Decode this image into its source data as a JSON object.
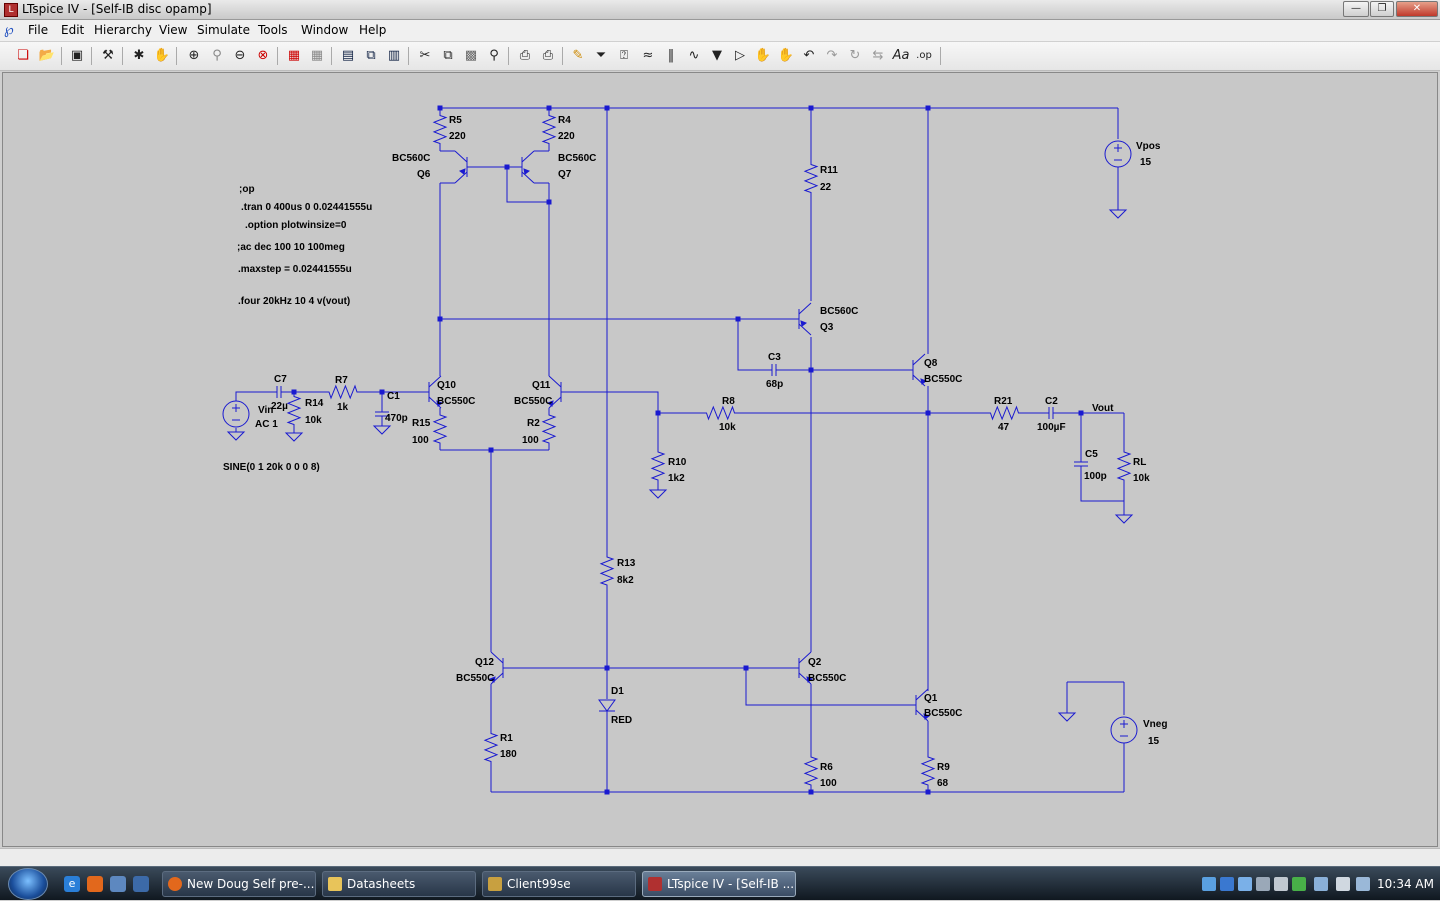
{
  "window": {
    "title": "LTspice IV - [Self-IB disc opamp]",
    "app_icon": "ltspice-icon",
    "controls": [
      "minimize",
      "restore",
      "close"
    ]
  },
  "menubar": {
    "items": [
      "File",
      "Edit",
      "Hierarchy",
      "View",
      "Simulate",
      "Tools",
      "Window",
      "Help"
    ],
    "mdi_controls": [
      "minimize",
      "restore",
      "close"
    ]
  },
  "toolbar": {
    "buttons": [
      "new-schematic",
      "open",
      "save",
      "control-panel",
      "run",
      "halt",
      "zoom-in",
      "zoom-pan",
      "zoom-out",
      "zoom-fit",
      "autorange",
      "grid",
      "tile-vertical",
      "cascade",
      "tile-horizontal",
      "cut",
      "copy",
      "paste",
      "find",
      "print-setup",
      "print",
      "draw-wire",
      "ground",
      "label-net",
      "resistor",
      "capacitor",
      "inductor",
      "diode",
      "component",
      "move",
      "drag",
      "undo",
      "redo",
      "rotate",
      "mirror",
      "text",
      "spice-directive"
    ]
  },
  "schematic": {
    "directives": [
      ";op",
      ".tran 0 400us 0 0.02441555u",
      ".option plotwinsize=0",
      ";ac dec 100 10 100meg",
      ".maxstep = 0.02441555u",
      ".four 20kHz 10 4 v(vout)"
    ],
    "source_spec": "SINE(0 1 20k 0 0 0 8)",
    "components": {
      "R5": {
        "name": "R5",
        "value": "220"
      },
      "R4": {
        "name": "R4",
        "value": "220"
      },
      "Q6": {
        "name": "Q6",
        "model": "BC560C"
      },
      "Q7": {
        "name": "Q7",
        "model": "BC560C"
      },
      "R11": {
        "name": "R11",
        "value": "22"
      },
      "Vpos": {
        "name": "Vpos",
        "value": "15"
      },
      "Q3": {
        "name": "Q3",
        "model": "BC560C"
      },
      "C3": {
        "name": "C3",
        "value": "68p"
      },
      "Q8": {
        "name": "Q8",
        "model": "BC550C"
      },
      "Q10": {
        "name": "Q10",
        "model": "BC550C"
      },
      "Q11": {
        "name": "Q11",
        "model": "BC550C"
      },
      "C7": {
        "name": "C7",
        "value": "22µ"
      },
      "R14": {
        "name": "R14",
        "value": "10k"
      },
      "R7": {
        "name": "R7",
        "value": "1k"
      },
      "C1": {
        "name": "C1",
        "value": "470p"
      },
      "Vin": {
        "name": "Vin",
        "value": "AC 1"
      },
      "R15": {
        "name": "R15",
        "value": "100"
      },
      "R2": {
        "name": "R2",
        "value": "100"
      },
      "R8": {
        "name": "R8",
        "value": "10k"
      },
      "R10": {
        "name": "R10",
        "value": "1k2"
      },
      "R21": {
        "name": "R21",
        "value": "47"
      },
      "C2": {
        "name": "C2",
        "value": "100µF"
      },
      "C5": {
        "name": "C5",
        "value": "100p"
      },
      "RL": {
        "name": "RL",
        "value": "10k"
      },
      "R13": {
        "name": "R13",
        "value": "8k2"
      },
      "Q12": {
        "name": "Q12",
        "model": "BC550C"
      },
      "Q2": {
        "name": "Q2",
        "model": "BC550C"
      },
      "D1": {
        "name": "D1",
        "value": "RED"
      },
      "Q1": {
        "name": "Q1",
        "model": "BC550C"
      },
      "Vneg": {
        "name": "Vneg",
        "value": "15"
      },
      "R1": {
        "name": "R1",
        "value": "180"
      },
      "R6": {
        "name": "R6",
        "value": "100"
      },
      "R9": {
        "name": "R9",
        "value": "68"
      }
    },
    "net_labels": {
      "vout": "Vout"
    },
    "colors": {
      "wire": "#1a1ad0",
      "background": "#c8c8c8",
      "text": "#000000"
    }
  },
  "taskbar": {
    "tasks": [
      {
        "label": "New Doug Self pre-...",
        "icon": "firefox-icon"
      },
      {
        "label": "Datasheets",
        "icon": "folder-icon"
      },
      {
        "label": "Client99se",
        "icon": "app-icon"
      },
      {
        "label": "LTspice IV - [Self-IB ...",
        "icon": "ltspice-icon",
        "active": true
      }
    ],
    "quick_launch": [
      "ie-icon",
      "firefox-icon",
      "desktop-icon",
      "switch-windows-icon"
    ],
    "tray_icons": [
      "network-icon",
      "bluetooth-icon",
      "device-icon",
      "usb-icon",
      "printer-icon",
      "security-icon",
      "monitor-icon",
      "volume-icon",
      "network-status-icon"
    ],
    "clock": "10:34 AM"
  }
}
